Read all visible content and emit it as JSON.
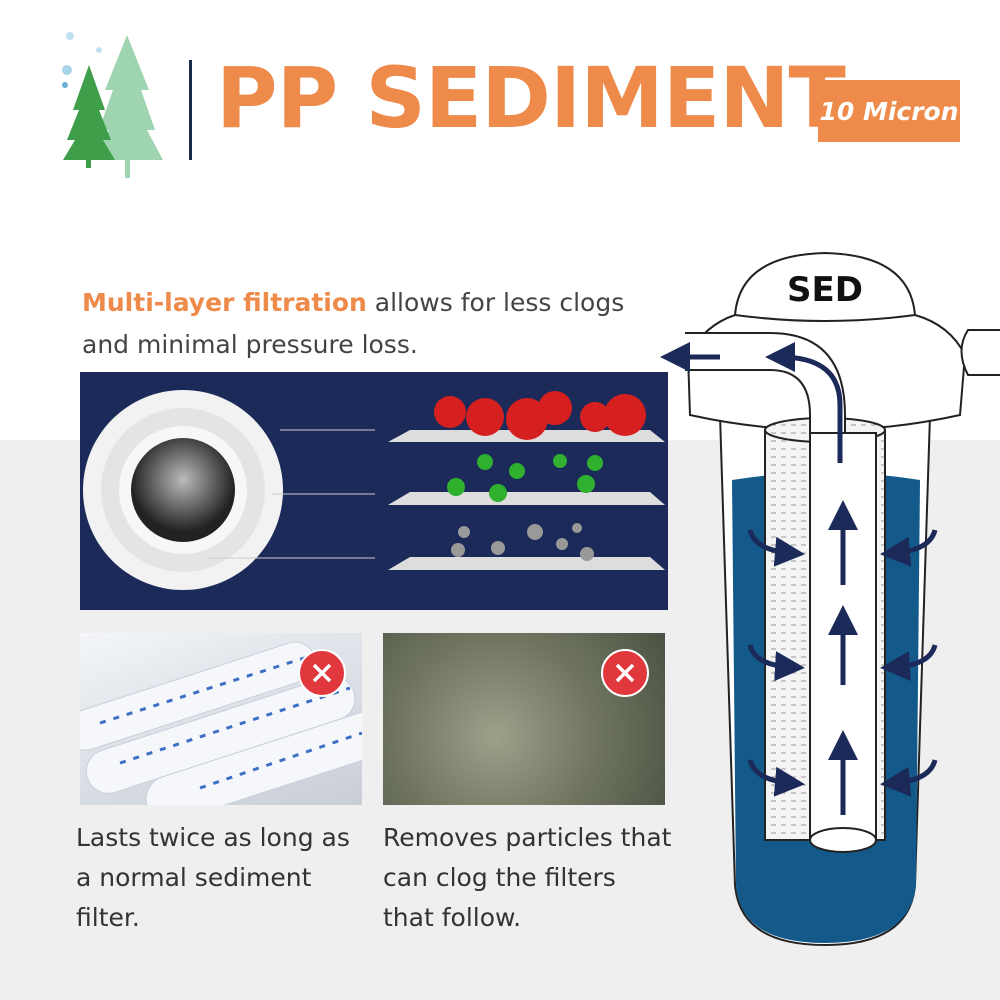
{
  "header": {
    "title": "PP SEDIMENT",
    "badge": "10 Micron"
  },
  "intro": {
    "highlight": "Multi-layer filtration",
    "rest": " allows for less clogs and minimal pressure loss."
  },
  "features": [
    {
      "caption": "Lasts twice as long as a normal sediment filter.",
      "status_icon": "x-circle-icon"
    },
    {
      "caption": "Removes particles that can clog the filters that follow.",
      "status_icon": "x-circle-icon"
    }
  ],
  "diagram": {
    "cap_label": "SED"
  },
  "colors": {
    "accent": "#ee8a4a",
    "navy": "#1c2a5a",
    "water": "#135a8a",
    "reject": "#e0383d"
  }
}
